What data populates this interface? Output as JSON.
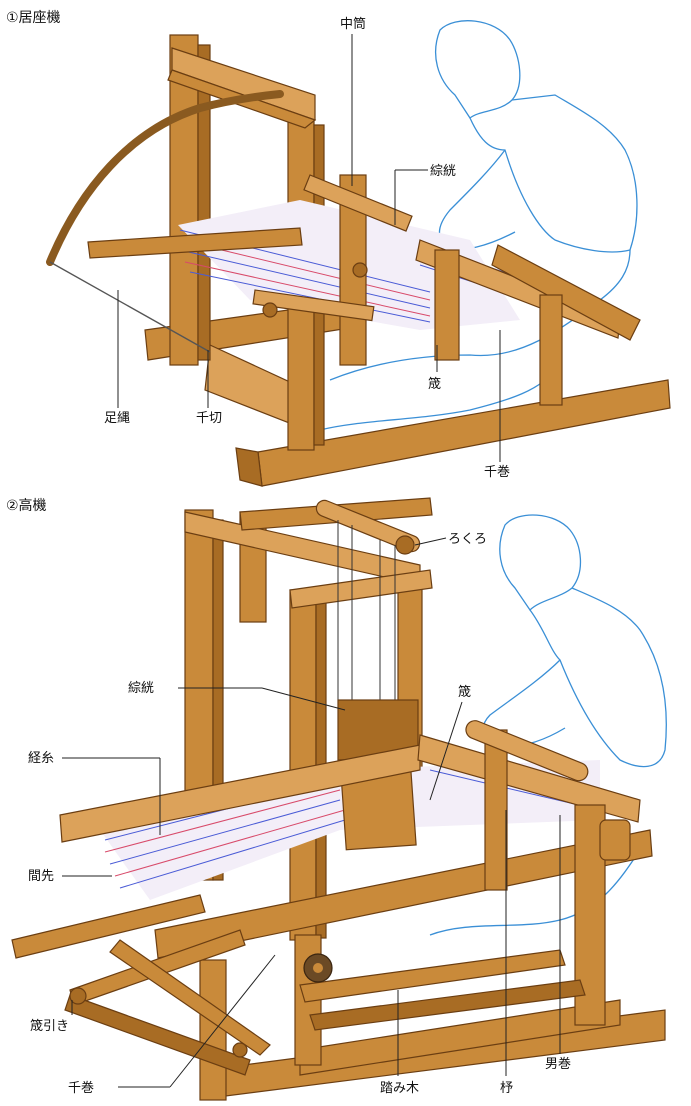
{
  "sections": [
    {
      "title": "①居座機"
    },
    {
      "title": "②高機"
    }
  ],
  "loom1": {
    "labels": {
      "nakazutsu": "中筒",
      "soukou": "綜絖",
      "osa": "筬",
      "ashinawa": "足縄",
      "chigiri": "千切",
      "chimaki": "千巻"
    }
  },
  "loom2": {
    "labels": {
      "rokuro": "ろくろ",
      "soukou": "綜絖",
      "osa": "筬",
      "tateito": "経糸",
      "masaki": "間先",
      "osabiki": "筬引き",
      "chimaki": "千巻",
      "fumiki": "踏み木",
      "hi": "杼",
      "omaki": "男巻"
    }
  },
  "colors": {
    "wood": "#c98a3a",
    "wood_dark": "#a86c24",
    "wood_light": "#dca25a",
    "thread_blue": "#4a5bd6",
    "thread_red": "#d84a6a",
    "person_outline": "#3a8fd6"
  }
}
